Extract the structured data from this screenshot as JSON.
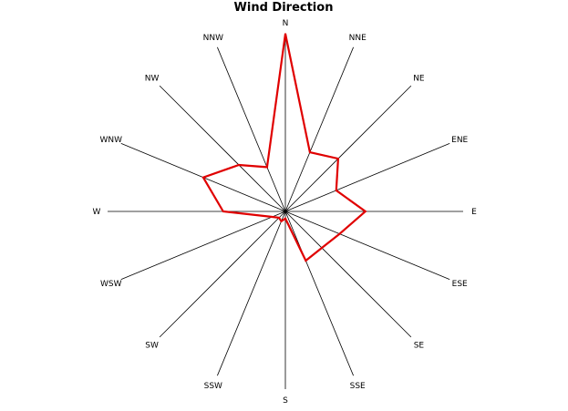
{
  "chart_data": {
    "type": "radar",
    "title": "Wind Direction",
    "directions": [
      "N",
      "NNE",
      "NE",
      "ENE",
      "E",
      "ESE",
      "SE",
      "SSE",
      "S",
      "SSW",
      "SW",
      "WSW",
      "W",
      "WNW",
      "NW",
      "NNW"
    ],
    "series": [
      {
        "values": [
          1.0,
          0.36,
          0.42,
          0.31,
          0.45,
          0.33,
          0.29,
          0.3,
          0.04,
          0.06,
          0.05,
          0.08,
          0.35,
          0.5,
          0.37,
          0.27
        ],
        "color": "#e00000"
      }
    ],
    "rlim": [
      0,
      1
    ],
    "grid": false,
    "legend": "none"
  }
}
